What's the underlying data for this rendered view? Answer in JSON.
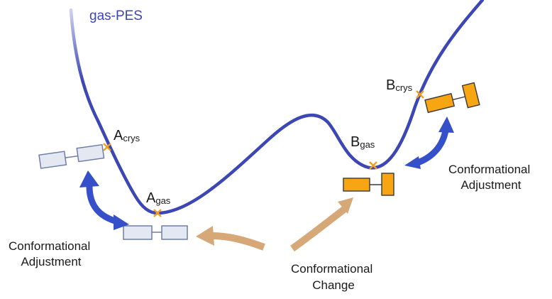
{
  "curve_label": "gas-PES",
  "points": {
    "a_crys": {
      "main": "A",
      "sub": "crys"
    },
    "a_gas": {
      "main": "A",
      "sub": "gas"
    },
    "b_gas": {
      "main": "B",
      "sub": "gas"
    },
    "b_crys": {
      "main": "B",
      "sub": "crys"
    }
  },
  "labels": {
    "adjust_left": [
      "Conformational",
      "Adjustment"
    ],
    "adjust_right": [
      "Conformational",
      "Adjustment"
    ],
    "change": [
      "Conformational",
      "Change"
    ]
  },
  "colors": {
    "curve": "#3c46b4",
    "curve_light": "#b7bbe6",
    "arrow_blue": "#3550c8",
    "arrow_tan": "#d6a877",
    "marker": "#f0a020",
    "conformer_a_fill": "#e4e8f2",
    "conformer_a_stroke": "#6f7ea6",
    "conformer_b_fill": "#f7a512",
    "conformer_b_stroke": "#3a3a3a"
  }
}
